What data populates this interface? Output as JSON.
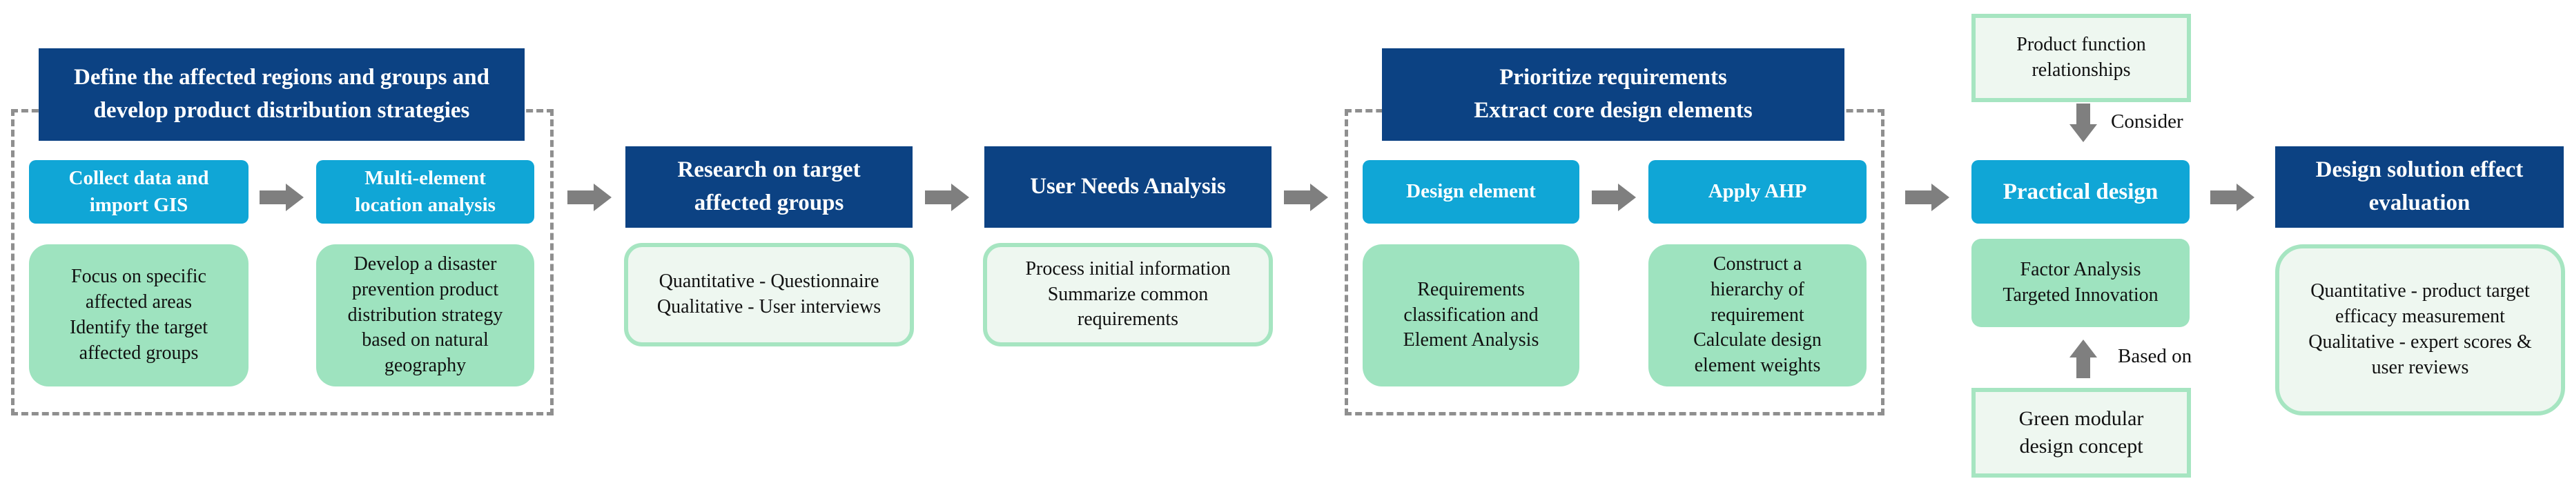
{
  "stages": {
    "define_regions": [
      "Define the affected regions and groups and",
      "develop product distribution strategies"
    ],
    "collect_gis": [
      "Collect data and",
      "import GIS"
    ],
    "multi_element": [
      "Multi-element",
      "location analysis"
    ],
    "research_groups": [
      "Research on target",
      "affected groups"
    ],
    "user_needs": "User Needs Analysis",
    "prioritize": [
      "Prioritize requirements",
      "Extract core design elements"
    ],
    "design_element": "Design element",
    "apply_ahp": "Apply AHP",
    "practical_design": "Practical design",
    "effect_evaluation": [
      "Design solution effect",
      "evaluation"
    ]
  },
  "details": {
    "focus_areas": [
      "Focus on specific",
      "affected areas",
      "Identify the target",
      "affected groups"
    ],
    "distribution_strategy": [
      "Develop a disaster",
      "prevention product",
      "distribution strategy",
      "based on natural",
      "geography"
    ],
    "research_methods": [
      "Quantitative - Questionnaire",
      "Qualitative - User interviews"
    ],
    "needs_process": [
      "Process initial information",
      "Summarize common",
      "requirements"
    ],
    "classification": [
      "Requirements",
      "classification and",
      "Element Analysis"
    ],
    "hierarchy": [
      "Construct a",
      "hierarchy of",
      "requirement",
      "Calculate design",
      "element weights"
    ],
    "factor_analysis": [
      "Factor Analysis",
      "Targeted Innovation"
    ],
    "evaluation_methods": [
      "Quantitative - product target",
      "efficacy measurement",
      "Qualitative - expert scores &",
      "user reviews"
    ]
  },
  "inputs": {
    "function_relationships": [
      "Product function",
      "relationships"
    ],
    "green_modular": [
      "Green modular",
      "design concept"
    ]
  },
  "labels": {
    "consider": "Consider",
    "based_on": "Based on"
  },
  "colors": {
    "navy": "#0c4283",
    "cyan": "#10a6d6",
    "mint": "#9ee3bf",
    "mint_border": "#a6e5c1",
    "pale_fill": "#eef7f0",
    "arrow_gray": "#7f7f7f",
    "dash_gray": "#8f8f8f"
  }
}
